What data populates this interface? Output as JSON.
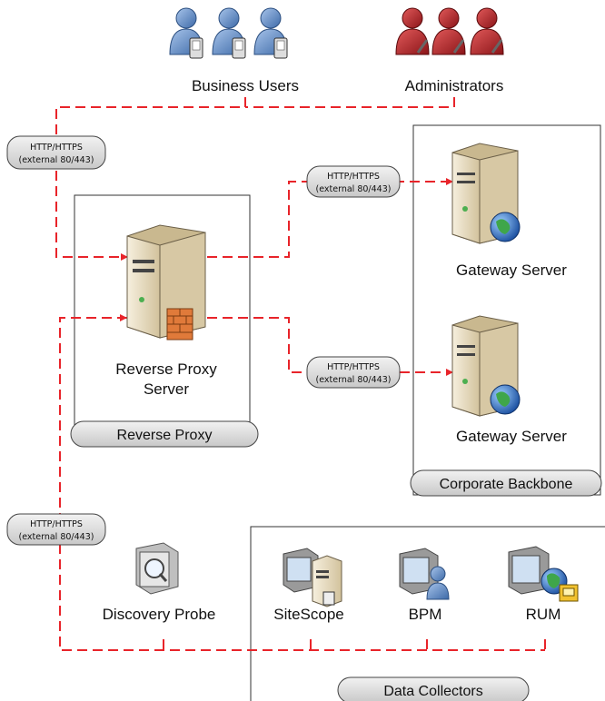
{
  "zones": {
    "reverse_proxy": "Reverse Proxy",
    "corporate_backbone": "Corporate Backbone",
    "data_collectors": "Data Collectors"
  },
  "nodes": {
    "business_users": "Business Users",
    "administrators": "Administrators",
    "reverse_proxy_server": [
      "Reverse Proxy",
      "Server"
    ],
    "gateway_server_1": "Gateway Server",
    "gateway_server_2": "Gateway Server",
    "discovery_probe": "Discovery Probe",
    "sitescope": "SiteScope",
    "bpm": "BPM",
    "rum": "RUM"
  },
  "protocol_labels": [
    [
      "HTTP/HTTPS",
      "(external 80/443)"
    ],
    [
      "HTTP/HTTPS",
      "(external 80/443)"
    ],
    [
      "HTTP/HTTPS",
      "(external 80/443)"
    ],
    [
      "HTTP/HTTPS",
      "(external 80/443)"
    ]
  ],
  "colors": {
    "link": "#e8242a",
    "user_blue": "#5b87c2",
    "admin_red": "#b31f24",
    "server_beige": "#e8dcc0",
    "zone_fill": "#e6e6e6"
  },
  "icons": {
    "users": "business-user-icon",
    "admins": "administrator-icon",
    "proxy": "reverse-proxy-server-icon",
    "gateway": "gateway-server-icon",
    "probe": "discovery-probe-icon",
    "sitescope": "sitescope-icon",
    "bpm": "bpm-icon",
    "rum": "rum-icon"
  }
}
